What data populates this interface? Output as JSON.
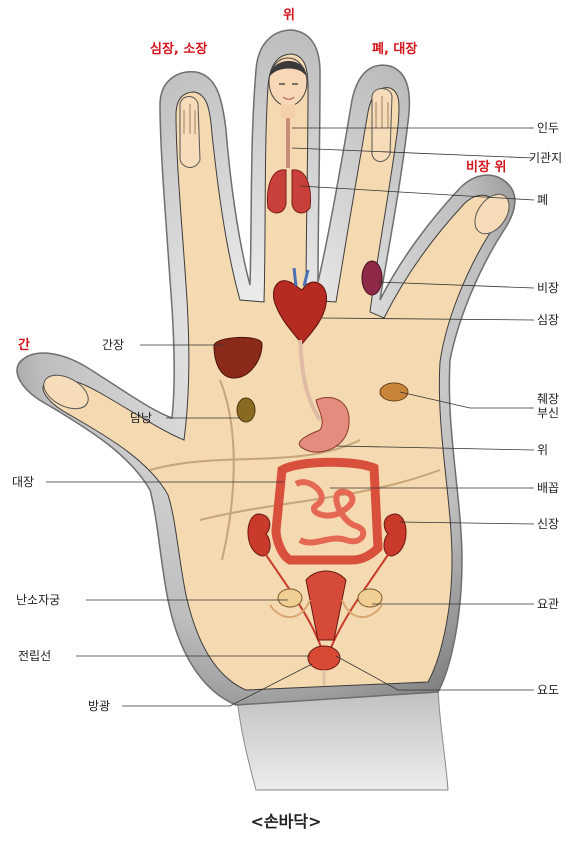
{
  "reflex_zones": {
    "heart_small_intestine": "심장, 소장",
    "stomach_top": "위",
    "lung_large_intestine": "폐, 대장",
    "spleen_stomach": "비장 위",
    "liver": "간"
  },
  "labels_right": {
    "pharynx": "인두",
    "trachea": "기관지",
    "lung": "폐",
    "spleen": "비장",
    "heart": "심장",
    "pancreas_adrenal": "췌장\n부신",
    "stomach": "위",
    "navel": "배꼽",
    "kidney": "신장",
    "ureter": "요관",
    "urethra": "요도"
  },
  "labels_left": {
    "liver": "간장",
    "gallbladder": "담낭",
    "large_intestine": "대장",
    "ovary_uterus": "난소자궁",
    "prostate": "전립선",
    "bladder": "방광"
  },
  "caption": "<손바닥>",
  "colors": {
    "skin": "#f5d9b0",
    "shadow": "#8e8e8e",
    "zone_red": "#d4141c",
    "organ_red": "#c93a2a"
  }
}
